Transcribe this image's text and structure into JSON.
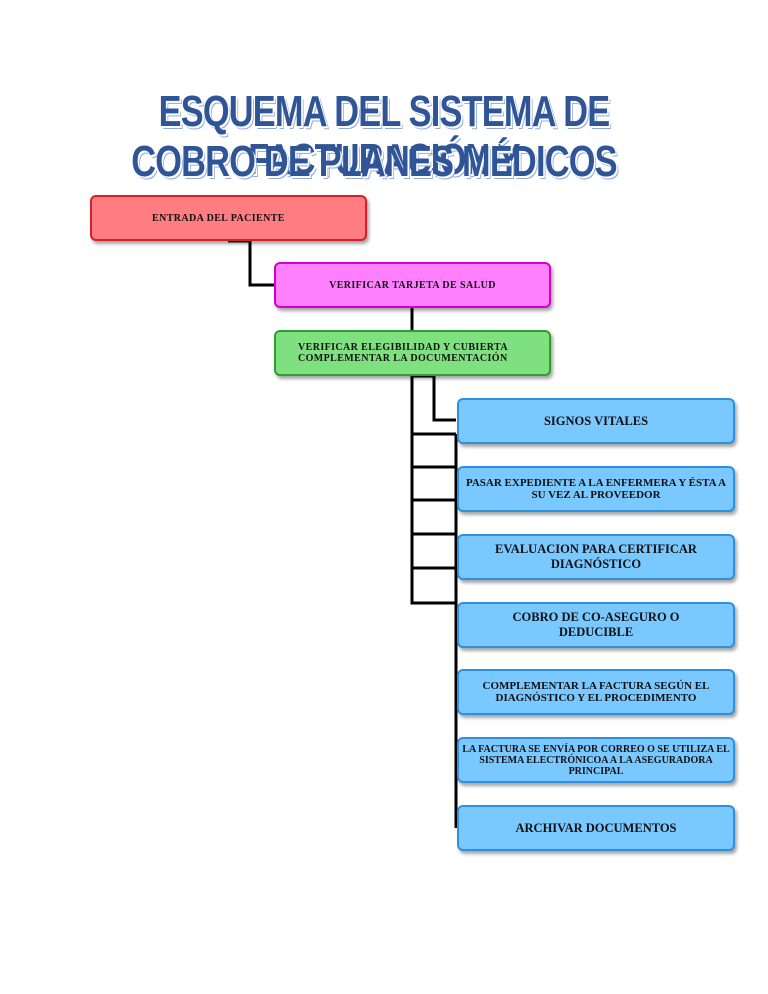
{
  "title": {
    "line1": "ESQUEMA DEL SISTEMA DE FACTURACIÓN Y",
    "line2": "COBRO  DE PLANES MÉDICOS"
  },
  "steps": [
    {
      "label": "ENTRADA  DEL  PACIENTE"
    },
    {
      "label": "VERIFICAR TARJETA DE SALUD"
    },
    {
      "label": "VERIFICAR ELEGIBILIDAD Y CUBIERTA COMPLEMENTAR LA DOCUMENTACIÓN"
    },
    {
      "label": "SIGNOS VITALES"
    },
    {
      "label": "PASAR EXPEDIENTE A LA ENFERMERA Y ÉSTA A SU VEZ AL PROVEEDOR"
    },
    {
      "label": "EVALUACION PARA CERTIFICAR DIAGNÓSTICO"
    },
    {
      "label": "COBRO DE CO-ASEGURO O DEDUCIBLE"
    },
    {
      "label": "COMPLEMENTAR LA FACTURA SEGÚN EL DIAGNÓSTICO Y EL PROCEDIMENTO"
    },
    {
      "label": "LA FACTURA SE ENVÍA POR CORREO O SE UTILIZA EL SISTEMA ELECTRÓNICOA  A LA ASEGURADORA PRINCIPAL"
    },
    {
      "label": "ARCHIVAR DOCUMENTOS"
    }
  ],
  "colors": {
    "title": "#2f5597",
    "entry": "#ff7c80",
    "verify_card": "#ff80ff",
    "eligibility": "#7fe07f",
    "steps": "#79c8ff",
    "connector": "#000000"
  }
}
